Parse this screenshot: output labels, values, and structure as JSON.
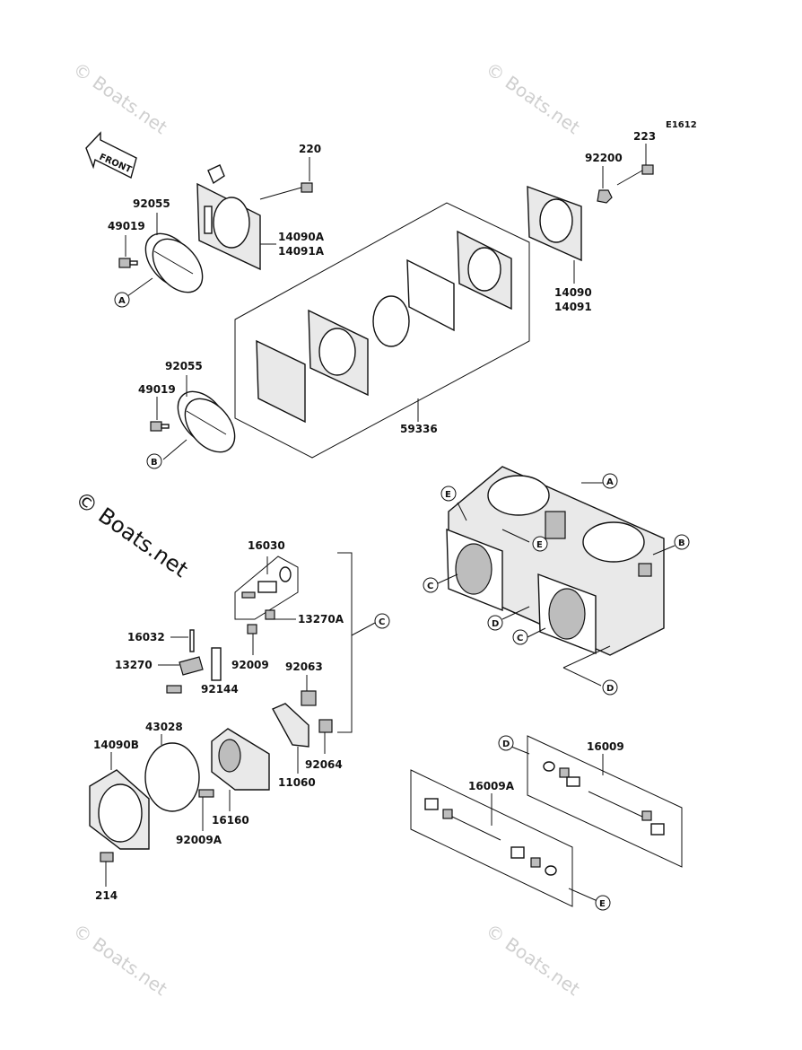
{
  "diagram_code": "E1612",
  "front_label": "FRONT",
  "watermark": "© Boats.net",
  "labels": {
    "p220": "220",
    "p14090A": "14090A",
    "p14091A": "14091A",
    "p92055a": "92055",
    "p49019a": "49019",
    "p92200": "92200",
    "p223": "223",
    "p14090": "14090",
    "p14091": "14091",
    "p92055b": "92055",
    "p49019b": "49019",
    "p59336": "59336",
    "p16030": "16030",
    "p13270A": "13270A",
    "p16032": "16032",
    "p13270": "13270",
    "p92009": "92009",
    "p92144": "92144",
    "p92063": "92063",
    "p43028": "43028",
    "p14090B": "14090B",
    "p11060": "11060",
    "p92064": "92064",
    "p16160": "16160",
    "p92009A": "92009A",
    "p214": "214",
    "p16009": "16009",
    "p16009A": "16009A"
  },
  "refs": {
    "A": "A",
    "B": "B",
    "C": "C",
    "D": "D",
    "E": "E"
  }
}
